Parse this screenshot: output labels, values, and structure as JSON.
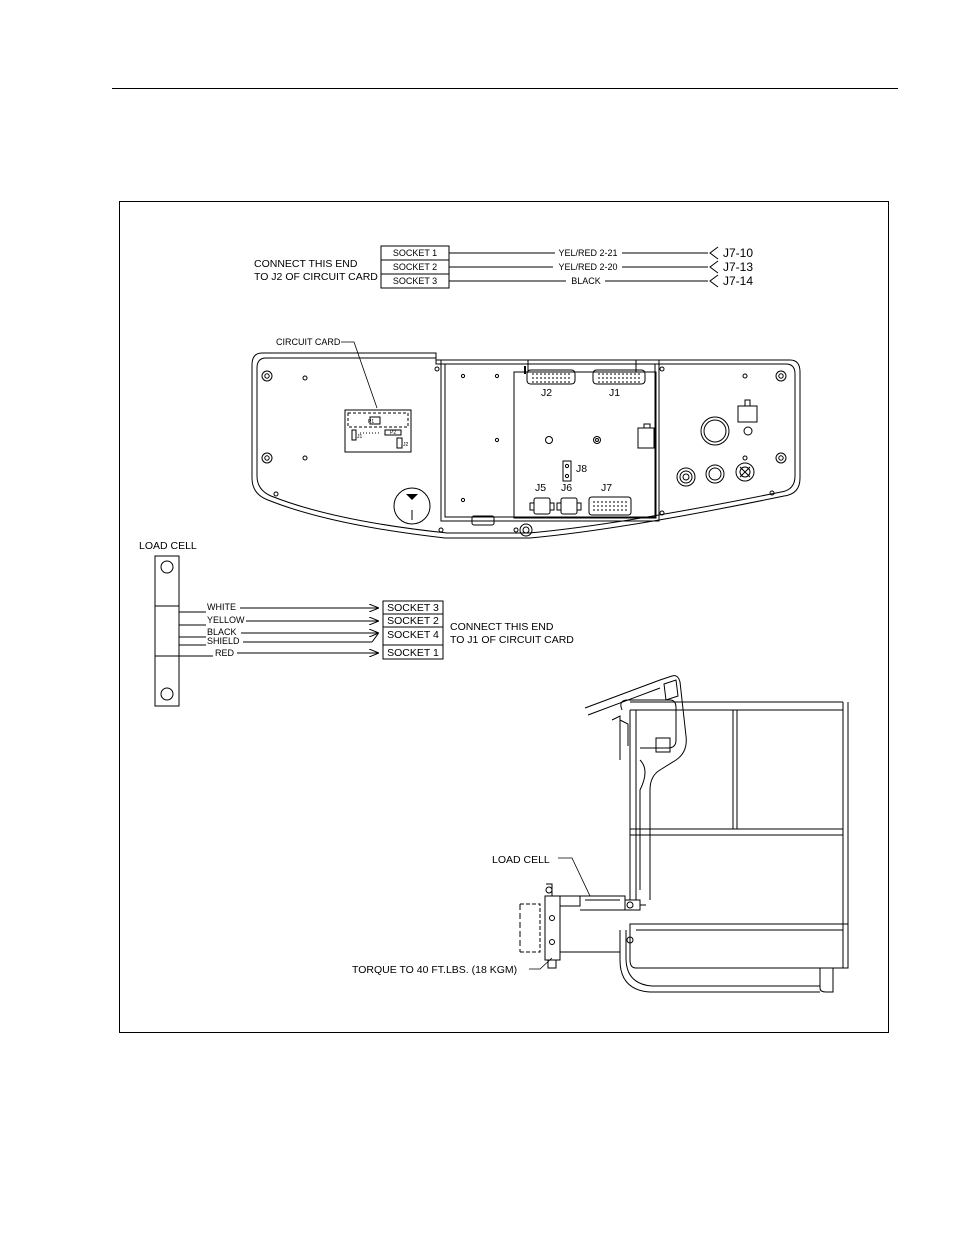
{
  "j2_cable": {
    "note_line1": "CONNECT THIS END",
    "note_line2": "TO J2 OF CIRCUIT CARD",
    "sockets": [
      "SOCKET 1",
      "SOCKET 2",
      "SOCKET 3"
    ],
    "wires": [
      "YEL/RED 2-21",
      "YEL/RED 2-20",
      "BLACK"
    ],
    "pins": [
      "J7-10",
      "J7-13",
      "J7-14"
    ]
  },
  "panel": {
    "circuit_card_label": "CIRCUIT CARD",
    "connectors": [
      "J2",
      "J1",
      "J8",
      "J5",
      "J6",
      "J7"
    ],
    "card_marks": [
      "P1",
      "P2",
      "J1",
      "J2"
    ]
  },
  "load_cell_cable": {
    "load_cell_label": "LOAD CELL",
    "wires": [
      "WHITE",
      "YELLOW",
      "BLACK",
      "SHIELD",
      "RED"
    ],
    "sockets": [
      "SOCKET 3",
      "SOCKET 2",
      "SOCKET 4",
      "SOCKET 1"
    ],
    "note_line1": "CONNECT THIS END",
    "note_line2": "TO J1 OF CIRCUIT CARD"
  },
  "platform": {
    "load_cell_label": "LOAD CELL",
    "torque_note": "TORQUE TO 40 FT.LBS. (18 KGM)"
  }
}
